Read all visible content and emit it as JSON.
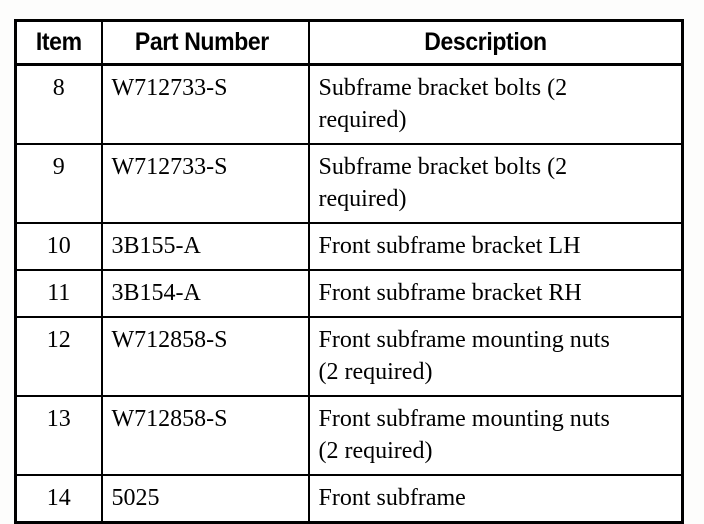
{
  "document": {
    "kind": "parts-list-table",
    "background_color": "#fdfdfc",
    "text_color": "#000000",
    "border_color": "#000000"
  },
  "table": {
    "columns": [
      {
        "key": "item",
        "header": "Item"
      },
      {
        "key": "part_number",
        "header": "Part Number"
      },
      {
        "key": "description",
        "header": "Description"
      }
    ],
    "rows": [
      {
        "item": "8",
        "part_number": "W712733-S",
        "description_lines": [
          "Subframe bracket bolts (2",
          "required)"
        ]
      },
      {
        "item": "9",
        "part_number": "W712733-S",
        "description_lines": [
          "Subframe bracket bolts (2",
          "required)"
        ]
      },
      {
        "item": "10",
        "part_number": "3B155-A",
        "description_lines": [
          "Front subframe bracket LH"
        ]
      },
      {
        "item": "11",
        "part_number": "3B154-A",
        "description_lines": [
          "Front subframe bracket RH"
        ]
      },
      {
        "item": "12",
        "part_number": "W712858-S",
        "description_lines": [
          "Front subframe mounting nuts",
          "(2 required)"
        ]
      },
      {
        "item": "13",
        "part_number": "W712858-S",
        "description_lines": [
          "Front subframe mounting nuts",
          "(2 required)"
        ]
      },
      {
        "item": "14",
        "part_number": "5025",
        "description_lines": [
          "Front subframe"
        ]
      }
    ]
  }
}
